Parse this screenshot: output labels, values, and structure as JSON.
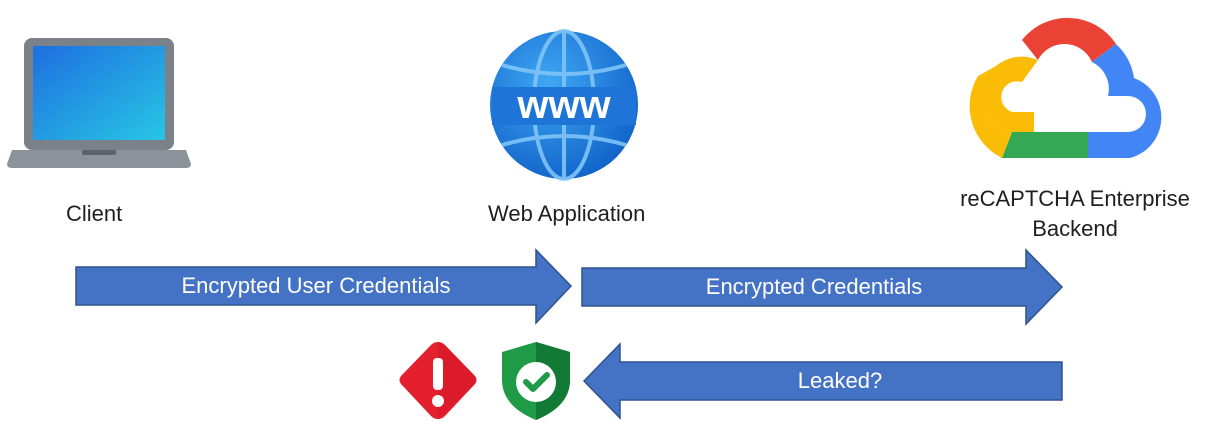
{
  "nodes": {
    "client": {
      "label": "Client",
      "icon": "laptop-icon"
    },
    "web_app": {
      "label": "Web Application",
      "icon": "globe-www-icon",
      "icon_text": "www"
    },
    "backend": {
      "label_line1": "reCAPTCHA Enterprise",
      "label_line2": "Backend",
      "icon": "google-cloud-icon"
    }
  },
  "arrows": {
    "client_to_app": {
      "label": "Encrypted User Credentials",
      "direction": "right"
    },
    "app_to_backend": {
      "label": "Encrypted Credentials",
      "direction": "right"
    },
    "backend_to_app": {
      "label": "Leaked?",
      "direction": "left"
    }
  },
  "result_icons": [
    {
      "name": "warning-diamond-icon",
      "color": "#e5202e"
    },
    {
      "name": "shield-check-icon",
      "color": "#1f9a47"
    }
  ],
  "colors": {
    "arrow_fill": "#4472c4",
    "arrow_stroke": "#2f528f"
  }
}
